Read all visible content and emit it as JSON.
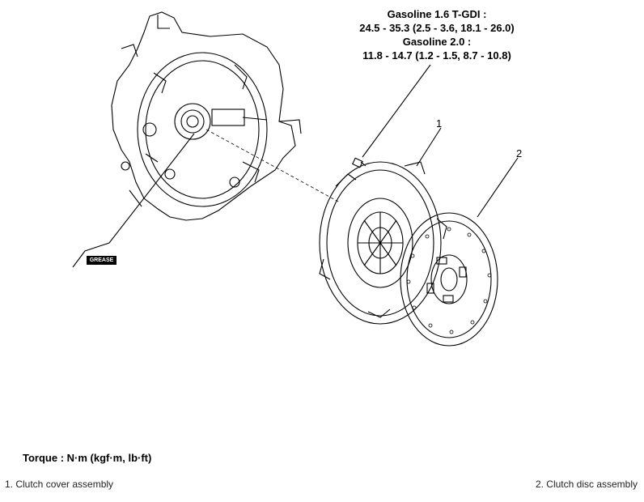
{
  "spec": {
    "line1": "Gasoline 1.6 T-GDI :",
    "line2": "24.5 - 35.3 (2.5 - 3.6, 18.1 - 26.0)",
    "line3": "Gasoline 2.0 :",
    "line4": "11.8 - 14.7 (1.2 - 1.5, 8.7 - 10.8)"
  },
  "callouts": {
    "one": "1",
    "two": "2"
  },
  "grease_label": "GREASE",
  "torque_unit": "Torque : N·m (kgf·m, lb·ft)",
  "legend": {
    "item1": "1. Clutch cover assembly",
    "item2": "2. Clutch disc assembly"
  }
}
